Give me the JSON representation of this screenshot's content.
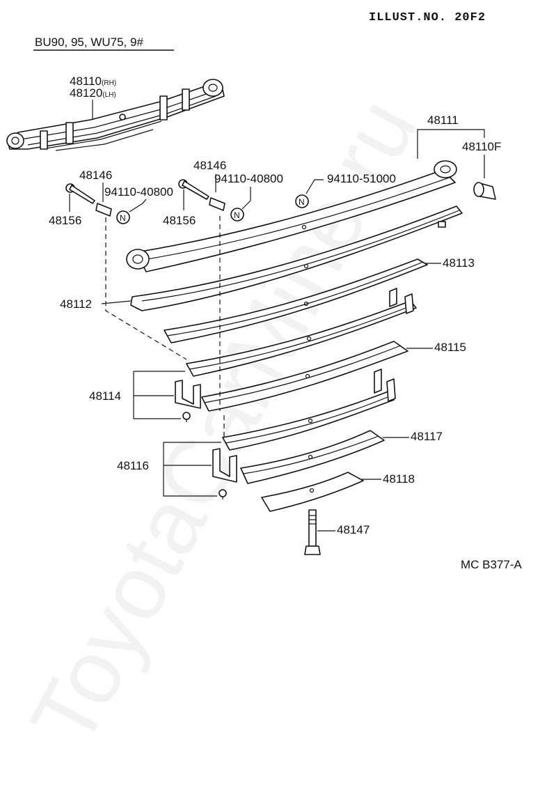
{
  "header": {
    "illust_no": "ILLUST.NO. 20F2"
  },
  "model_line": "BU90, 95, WU75, 9#",
  "figure_code": "MC B377-A",
  "watermark": "ToyotaCarMine.ru",
  "callouts": {
    "p48110": "48110",
    "p48110_suffix": "(RH)",
    "p48120": "48120",
    "p48120_suffix": "(LH)",
    "p48111": "48111",
    "p48110F": "48110F",
    "p48146_left": "48146",
    "p48146_right": "48146",
    "p94110_40800_left": "94110-40800",
    "p94110_40800_right": "94110-40800",
    "p94110_51000": "94110-51000",
    "p48156_left": "48156",
    "p48156_right": "48156",
    "p48113": "48113",
    "p48112": "48112",
    "p48115": "48115",
    "p48114": "48114",
    "p48117": "48117",
    "p48116": "48116",
    "p48118": "48118",
    "p48147": "48147"
  },
  "nut_marker": "N"
}
